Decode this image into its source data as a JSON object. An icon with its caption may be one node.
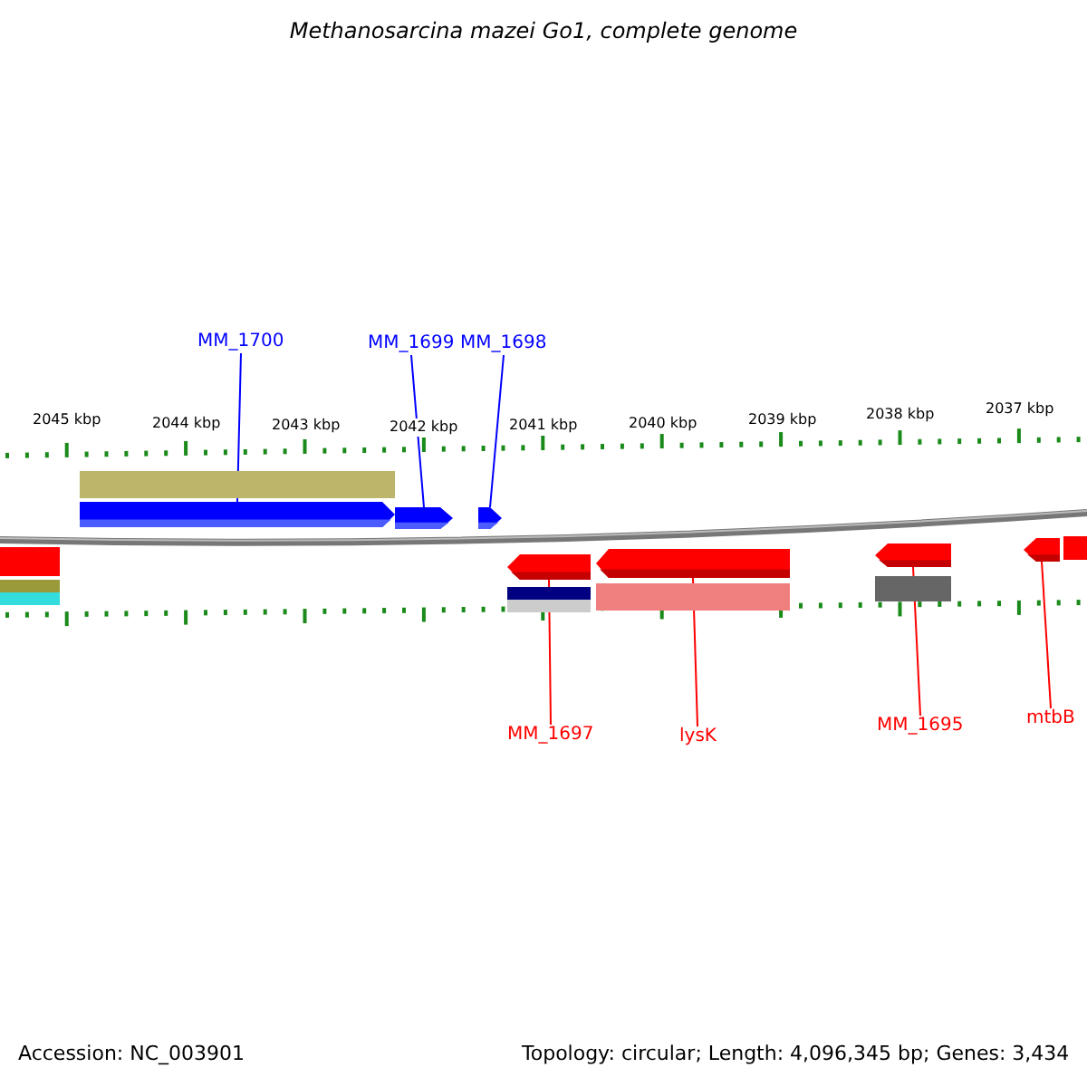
{
  "diagram": {
    "title": "Methanosarcina mazei Go1, complete genome",
    "nodes": [
      {
        "text": [
          "MM_1700"
        ]
      },
      {
        "text": [
          "MM_1699"
        ]
      },
      {
        "text": [
          "MM_1698"
        ]
      },
      {
        "text": [
          "MM_1697"
        ]
      },
      {
        "text": [
          "lysK"
        ]
      },
      {
        "text": [
          "MM_1695"
        ]
      },
      {
        "text": [
          "mtbB"
        ]
      },
      {
        "text": [],
        "shape": "arrow"
      },
      {
        "text": [],
        "shape": "arrow"
      },
      {
        "text": [],
        "shape": "arrow"
      },
      {
        "text": [],
        "shape": "arrow"
      },
      {
        "text": [],
        "shape": "arrow"
      },
      {
        "text": [],
        "shape": "arrow"
      },
      {
        "text": [],
        "shape": "arrow"
      }
    ],
    "edges": [
      {
        "from": 0,
        "to": 7,
        "arrow": "none",
        "color": "#0000ff"
      },
      {
        "from": 1,
        "to": 8,
        "arrow": "none",
        "color": "#0000ff"
      },
      {
        "from": 2,
        "to": 9,
        "arrow": "none",
        "color": "#0000ff"
      },
      {
        "from": 3,
        "to": 10,
        "arrow": "none"
      },
      {
        "from": 4,
        "to": 11,
        "arrow": "none"
      },
      {
        "from": 5,
        "to": 12,
        "arrow": "none"
      },
      {
        "from": 6,
        "to": 13,
        "arrow": "none"
      }
    ],
    "labels": [
      "2045 kbp",
      "2044 kbp",
      "2043 kbp",
      "2042 kbp",
      "2041 kbp",
      "2040 kbp",
      "2039 kbp",
      "2038 kbp",
      "2037 kbp",
      "Accession: NC_003901",
      "Topology: circular; Length: 4,096,345 bp; Genes: 3,434"
    ]
  }
}
